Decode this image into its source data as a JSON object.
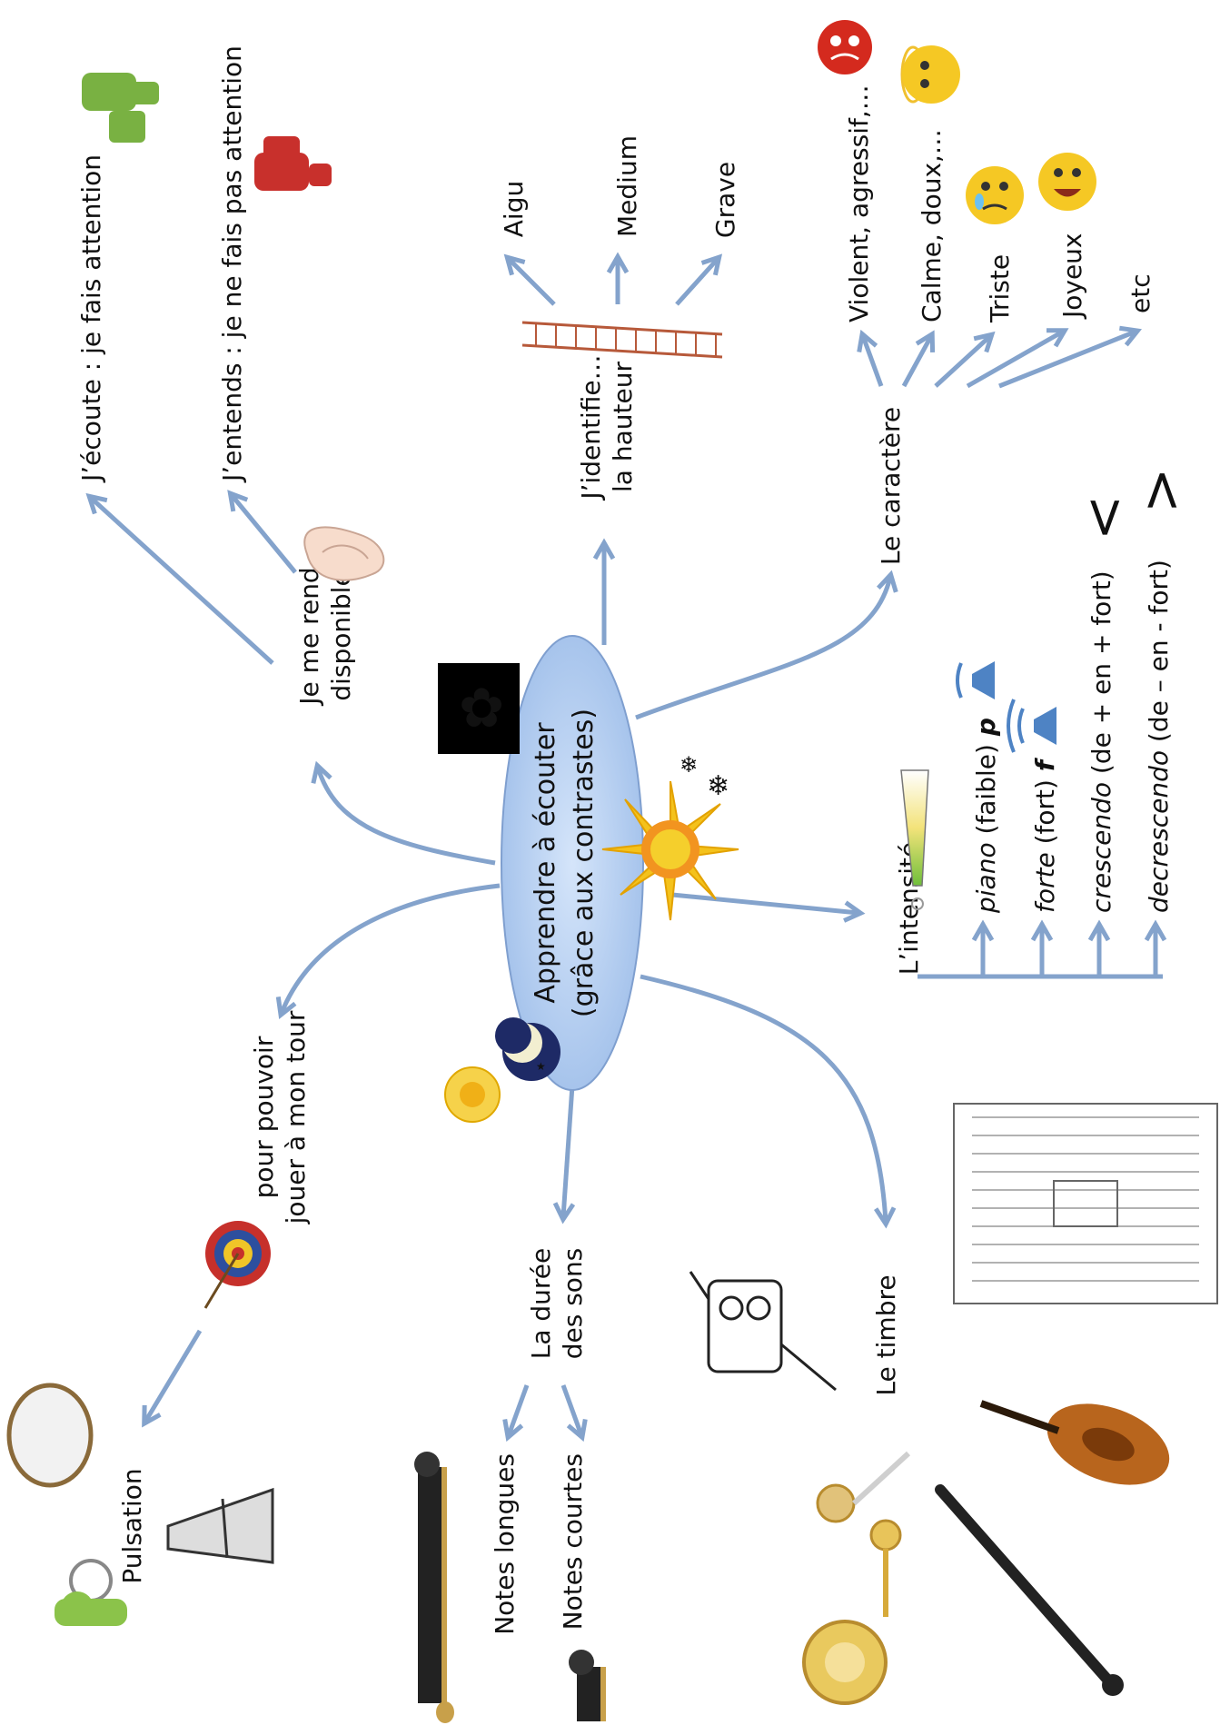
{
  "center": {
    "line1": "Apprendre à écouter",
    "line2": "(grâce aux contrastes)"
  },
  "branches": {
    "disponible": {
      "line1": "Je me rend",
      "line2": "disponible",
      "leaf1": "J’écoute : je fais attention",
      "leaf2": "J’entends : je ne fais pas attention"
    },
    "hauteur": {
      "line1": "J’identifie…",
      "line2": "la hauteur",
      "leaves": [
        "Aigu",
        "Medium",
        "Grave"
      ]
    },
    "caractere": {
      "title": "Le caractère",
      "leaves": [
        "Violent, agressif,…",
        "Calme, doux,…",
        "Triste",
        "Joyeux",
        "etc"
      ]
    },
    "intensite": {
      "title": "L’intensité",
      "items": [
        {
          "term": "piano",
          "rest": " (faible) ",
          "sym": "p"
        },
        {
          "term": "forte",
          "rest": " (fort) ",
          "sym": "f"
        },
        {
          "term": "crescendo",
          "rest": " (de + en + fort)",
          "sym": "<"
        },
        {
          "term": "decrescendo",
          "rest": " (de – en - fort)",
          "sym": ">"
        }
      ]
    },
    "timbre": {
      "title": "Le timbre"
    },
    "duree": {
      "line1": "La durée",
      "line2": "des sons",
      "leaf1": "Notes longues",
      "leaf2": "Notes courtes"
    },
    "tour": {
      "line1": "pour pouvoir",
      "line2": "jouer à mon tour",
      "leaf": "Pulsation"
    }
  },
  "icons": {
    "arrow_color": "#84a3cc",
    "bubble_color": "#a9c6ee",
    "thumb_up": "thumb-up-icon",
    "thumb_down": "thumb-down-icon"
  }
}
